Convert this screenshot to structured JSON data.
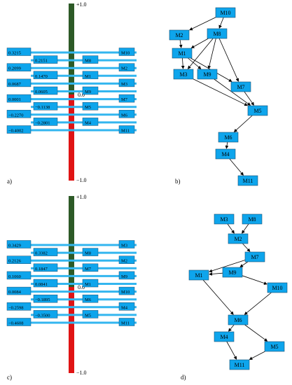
{
  "colors": {
    "positive": "#2d5a27",
    "negative": "#e01414",
    "bar": "#33b6ef",
    "box": "#0ea5ec",
    "box_border": "#1b4f72",
    "arrow": "#000000"
  },
  "panels": [
    {
      "label": "a)",
      "scale": {
        "top": "+1.0",
        "zero": "0.0",
        "bottom": "−1.0"
      },
      "rows": [
        {
          "v": 0.3215,
          "text": "0.3215",
          "module": "M10",
          "side": "left"
        },
        {
          "v": 0.2151,
          "text": "0.2151",
          "module": "M8",
          "side": "inner"
        },
        {
          "v": 0.2099,
          "text": "0.2099",
          "module": "M2",
          "side": "left"
        },
        {
          "v": 0.147,
          "text": "0.1470",
          "module": "M1",
          "side": "inner"
        },
        {
          "v": 0.0687,
          "text": "0.0687",
          "module": "M3",
          "side": "left"
        },
        {
          "v": 0.0605,
          "text": "0.0605",
          "module": "M9",
          "side": "inner"
        },
        {
          "v": 0.0001,
          "text": "0.0001",
          "module": "M7",
          "side": "left"
        },
        {
          "v": -0.1138,
          "text": "−0.1138",
          "module": "M5",
          "side": "inner"
        },
        {
          "v": -0.227,
          "text": "−0.2270",
          "module": "M6",
          "side": "left"
        },
        {
          "v": -0.2801,
          "text": "−0.2801",
          "module": "M4",
          "side": "inner"
        },
        {
          "v": -0.4002,
          "text": "−0.4002",
          "module": "M11",
          "side": "left"
        }
      ]
    },
    {
      "label": "c)",
      "scale": {
        "top": "+1.0",
        "zero": "0.0",
        "bottom": "−1.0"
      },
      "rows": [
        {
          "v": 0.3429,
          "text": "0.3429",
          "module": "M3",
          "side": "left"
        },
        {
          "v": 0.3382,
          "text": "0.3382",
          "module": "M8",
          "side": "inner"
        },
        {
          "v": 0.2126,
          "text": "0.2126",
          "module": "M2",
          "side": "left"
        },
        {
          "v": 0.1847,
          "text": "0.1847",
          "module": "M7",
          "side": "inner"
        },
        {
          "v": 0.106,
          "text": "0.1060",
          "module": "M9",
          "side": "left"
        },
        {
          "v": 0.0841,
          "text": "0.0841",
          "module": "M1",
          "side": "inner"
        },
        {
          "v": 0.0084,
          "text": "0.0084",
          "module": "M10",
          "side": "left"
        },
        {
          "v": -0.1895,
          "text": "−0.1895",
          "module": "M6",
          "side": "inner"
        },
        {
          "v": -0.2598,
          "text": "−0.2598",
          "module": "M4",
          "side": "left"
        },
        {
          "v": -0.35,
          "text": "−0.3500",
          "module": "M5",
          "side": "inner"
        },
        {
          "v": -0.4608,
          "text": "−0.4608",
          "module": "M11",
          "side": "left"
        }
      ]
    }
  ],
  "graphs": [
    {
      "label": "b)",
      "nodes": [
        "M10",
        "M2",
        "M8",
        "M1",
        "M3",
        "M9",
        "M7",
        "M5",
        "M6",
        "M4",
        "M11"
      ],
      "edges": [
        [
          "M10",
          "M2"
        ],
        [
          "M10",
          "M8"
        ],
        [
          "M2",
          "M1"
        ],
        [
          "M8",
          "M1"
        ],
        [
          "M8",
          "M3"
        ],
        [
          "M8",
          "M9"
        ],
        [
          "M8",
          "M7"
        ],
        [
          "M1",
          "M3"
        ],
        [
          "M1",
          "M9"
        ],
        [
          "M1",
          "M7"
        ],
        [
          "M3",
          "M5"
        ],
        [
          "M9",
          "M5"
        ],
        [
          "M7",
          "M5"
        ],
        [
          "M5",
          "M6"
        ],
        [
          "M6",
          "M4"
        ],
        [
          "M4",
          "M11"
        ]
      ]
    },
    {
      "label": "d)",
      "nodes": [
        "M3",
        "M8",
        "M2",
        "M7",
        "M1",
        "M9",
        "M10",
        "M6",
        "M4",
        "M5",
        "M11"
      ],
      "edges": [
        [
          "M3",
          "M2"
        ],
        [
          "M8",
          "M2"
        ],
        [
          "M2",
          "M7"
        ],
        [
          "M7",
          "M1"
        ],
        [
          "M7",
          "M9"
        ],
        [
          "M9",
          "M1"
        ],
        [
          "M9",
          "M10"
        ],
        [
          "M1",
          "M6"
        ],
        [
          "M10",
          "M6"
        ],
        [
          "M6",
          "M4"
        ],
        [
          "M6",
          "M5"
        ],
        [
          "M4",
          "M11"
        ],
        [
          "M5",
          "M11"
        ]
      ]
    }
  ]
}
